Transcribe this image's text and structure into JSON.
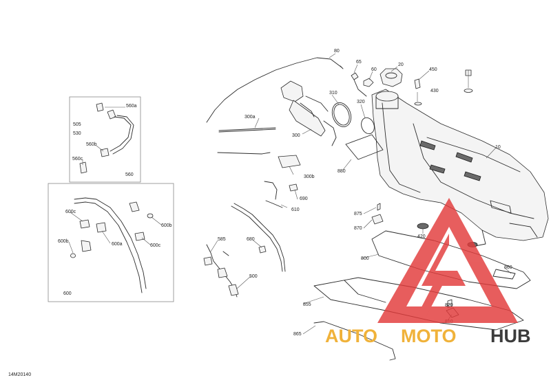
{
  "diagram_ref": "14M20140",
  "colors": {
    "line": "#2a2a2a",
    "watermark_red": "#e23a3a",
    "watermark_gold": "#f0b23a",
    "watermark_dark": "#3c3c3c"
  },
  "watermark": {
    "auto": "AUTO",
    "moto": "MOTO",
    "hub": "HUB"
  },
  "callouts": [
    {
      "id": "c10",
      "label": "10"
    },
    {
      "id": "c20",
      "label": "20"
    },
    {
      "id": "c60",
      "label": "60"
    },
    {
      "id": "c65",
      "label": "65"
    },
    {
      "id": "c80",
      "label": "80"
    },
    {
      "id": "c300",
      "label": "300"
    },
    {
      "id": "c300a",
      "label": "300a"
    },
    {
      "id": "c300b",
      "label": "300b"
    },
    {
      "id": "c310",
      "label": "310"
    },
    {
      "id": "c320",
      "label": "320"
    },
    {
      "id": "c420",
      "label": "420"
    },
    {
      "id": "c430",
      "label": "430"
    },
    {
      "id": "c450",
      "label": "450"
    },
    {
      "id": "c500",
      "label": "500"
    },
    {
      "id": "c505",
      "label": "505"
    },
    {
      "id": "c530",
      "label": "530"
    },
    {
      "id": "c560",
      "label": "560"
    },
    {
      "id": "c560a",
      "label": "560a"
    },
    {
      "id": "c560b",
      "label": "560b"
    },
    {
      "id": "c560c",
      "label": "560c"
    },
    {
      "id": "c585",
      "label": "585"
    },
    {
      "id": "c600",
      "label": "600"
    },
    {
      "id": "c600a",
      "label": "600a"
    },
    {
      "id": "c600b1",
      "label": "600b"
    },
    {
      "id": "c600b2",
      "label": "600b"
    },
    {
      "id": "c600c1",
      "label": "600c"
    },
    {
      "id": "c600c2",
      "label": "600c"
    },
    {
      "id": "c610",
      "label": "610"
    },
    {
      "id": "c680",
      "label": "680"
    },
    {
      "id": "c690",
      "label": "690"
    },
    {
      "id": "c800",
      "label": "800"
    },
    {
      "id": "c810",
      "label": "810"
    },
    {
      "id": "c820",
      "label": "820"
    },
    {
      "id": "c855",
      "label": "855"
    },
    {
      "id": "c860",
      "label": "860"
    },
    {
      "id": "c865",
      "label": "865"
    },
    {
      "id": "c870",
      "label": "870"
    },
    {
      "id": "c875",
      "label": "875"
    },
    {
      "id": "c880",
      "label": "880"
    }
  ]
}
